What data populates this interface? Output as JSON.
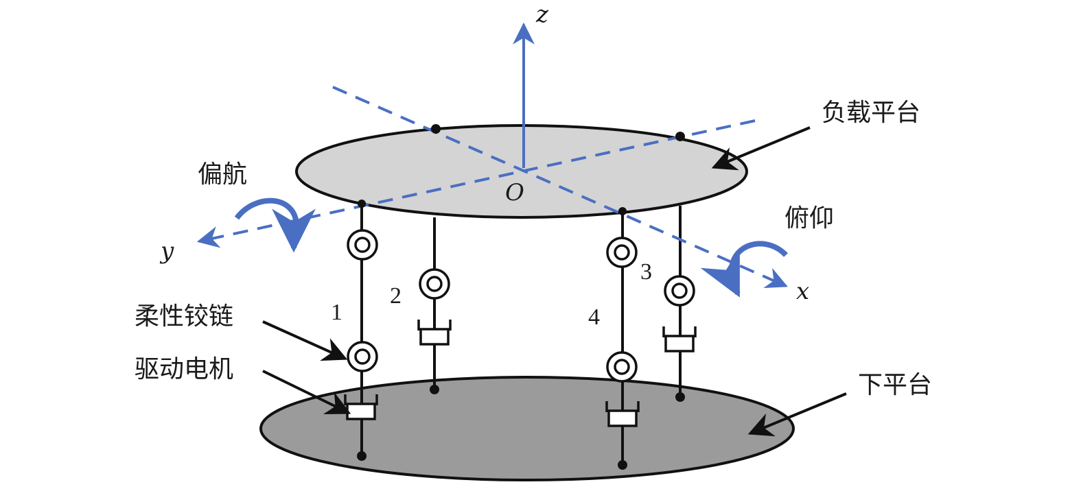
{
  "labels": {
    "payload_platform": "负载平台",
    "yaw": "偏航",
    "pitch": "俯仰",
    "flexure_hinge": "柔性铰链",
    "drive_motor": "驱动电机",
    "lower_platform": "下平台"
  },
  "axes": {
    "x": "x",
    "y": "y",
    "z": "z",
    "origin": "O"
  },
  "legs": [
    "1",
    "2",
    "3",
    "4"
  ],
  "colors": {
    "axis_blue": "#4a6fc2",
    "upper_platform_fill": "#d4d4d4",
    "lower_platform_fill": "#9b9b9b",
    "line": "#111111"
  }
}
